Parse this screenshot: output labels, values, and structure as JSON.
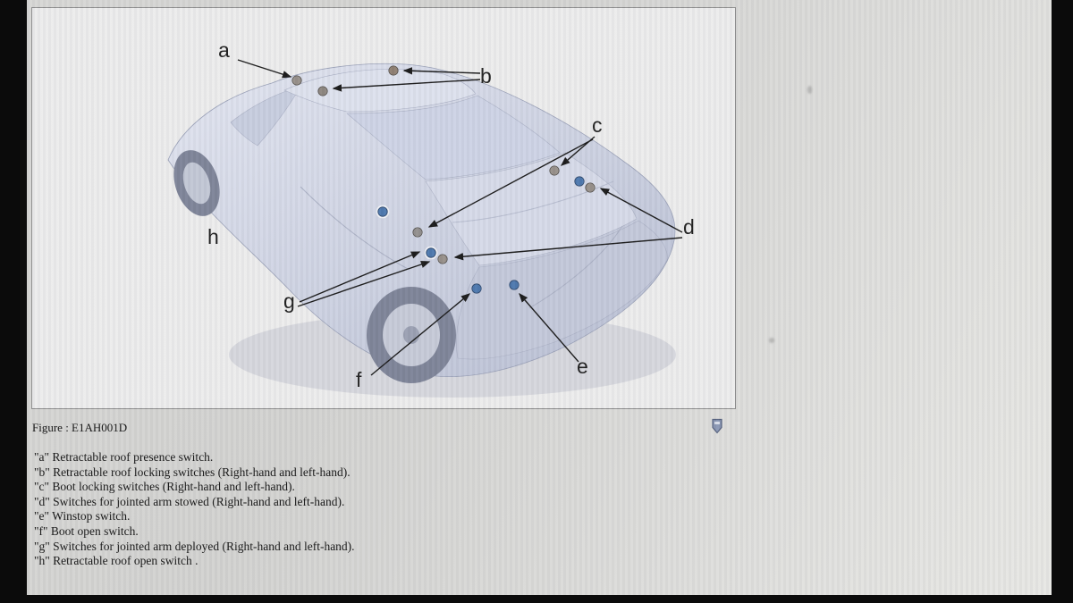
{
  "figure": {
    "caption": "Figure : E1AH001D",
    "callouts": [
      {
        "label": "a"
      },
      {
        "label": "b"
      },
      {
        "label": "c"
      },
      {
        "label": "d"
      },
      {
        "label": "e"
      },
      {
        "label": "f"
      },
      {
        "label": "g"
      },
      {
        "label": "h"
      }
    ],
    "marker_colors": {
      "blue": "#4d78ae",
      "gray": "#97908a"
    },
    "car_body_color": "#ccd1e1"
  },
  "legend": {
    "items": [
      "\"a\" Retractable roof presence switch.",
      "\"b\" Retractable roof locking switches (Right-hand and left-hand).",
      "\"c\" Boot locking switches (Right-hand and left-hand).",
      "\"d\" Switches for jointed arm stowed (Right-hand and left-hand).",
      "\"e\" Winstop switch.",
      "\"f\" Boot open switch.",
      "\"g\" Switches for jointed arm deployed (Right-hand and left-hand).",
      "\"h\" Retractable roof open switch ."
    ]
  },
  "icons": {
    "figure_marker": "bookmark-icon"
  }
}
